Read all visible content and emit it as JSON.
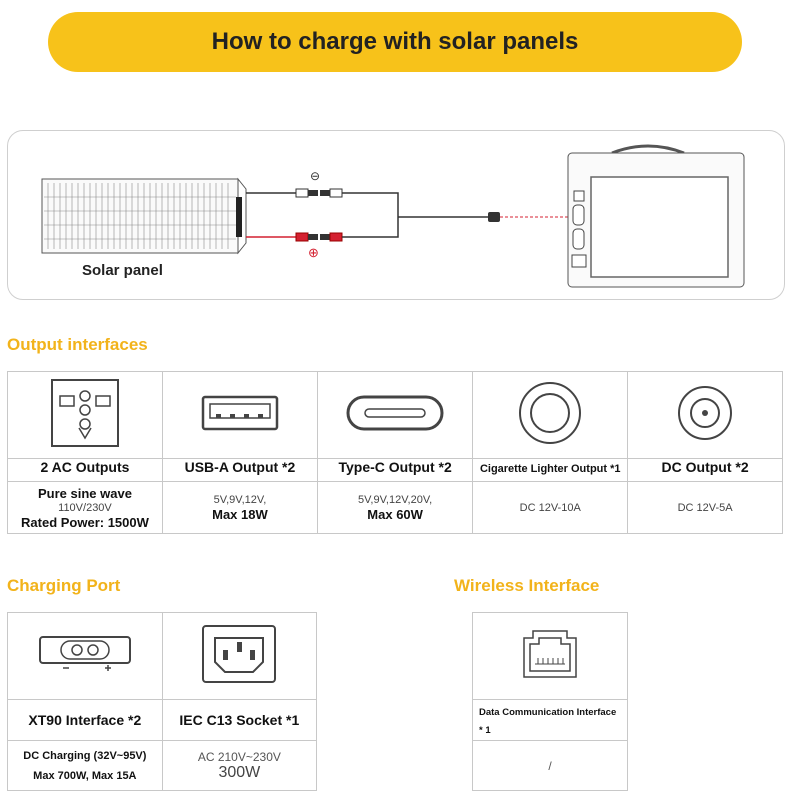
{
  "banner": {
    "title": "How to charge with solar panels"
  },
  "diagram": {
    "solar_label": "Solar panel",
    "minus": "⊖",
    "plus": "⊕"
  },
  "output": {
    "title": "Output interfaces",
    "items": [
      {
        "name": "2 AC Outputs",
        "icon": "universal-ac-socket-icon",
        "spec": [
          "Pure sine wave",
          "110V/230V",
          "Rated Power: 1500W"
        ]
      },
      {
        "name": "USB-A Output *2",
        "icon": "usb-a-port-icon",
        "spec": [
          "5V,9V,12V,",
          "Max 18W"
        ]
      },
      {
        "name": "Type-C Output *2",
        "icon": "usb-c-port-icon",
        "spec": [
          "5V,9V,12V,20V,",
          "Max 60W"
        ]
      },
      {
        "name": "Cigarette Lighter Output *1",
        "icon": "cigarette-lighter-socket-icon",
        "spec": [
          "DC 12V-10A"
        ]
      },
      {
        "name": "DC Output *2",
        "icon": "dc-barrel-port-icon",
        "spec": [
          "DC 12V-5A"
        ]
      }
    ]
  },
  "charging": {
    "title": "Charging Port",
    "items": [
      {
        "name": "XT90 Interface *2",
        "icon": "xt90-connector-icon",
        "spec": [
          "DC Charging (32V~95V)",
          "Max 700W, Max 15A"
        ]
      },
      {
        "name": "IEC C13 Socket *1",
        "icon": "iec-c13-socket-icon",
        "spec": [
          "AC 210V~230V",
          "300W"
        ]
      }
    ]
  },
  "wireless": {
    "title": "Wireless Interface",
    "item": {
      "name": "Data Communication Interface * 1",
      "icon": "rj45-port-icon",
      "spec": "/"
    }
  }
}
